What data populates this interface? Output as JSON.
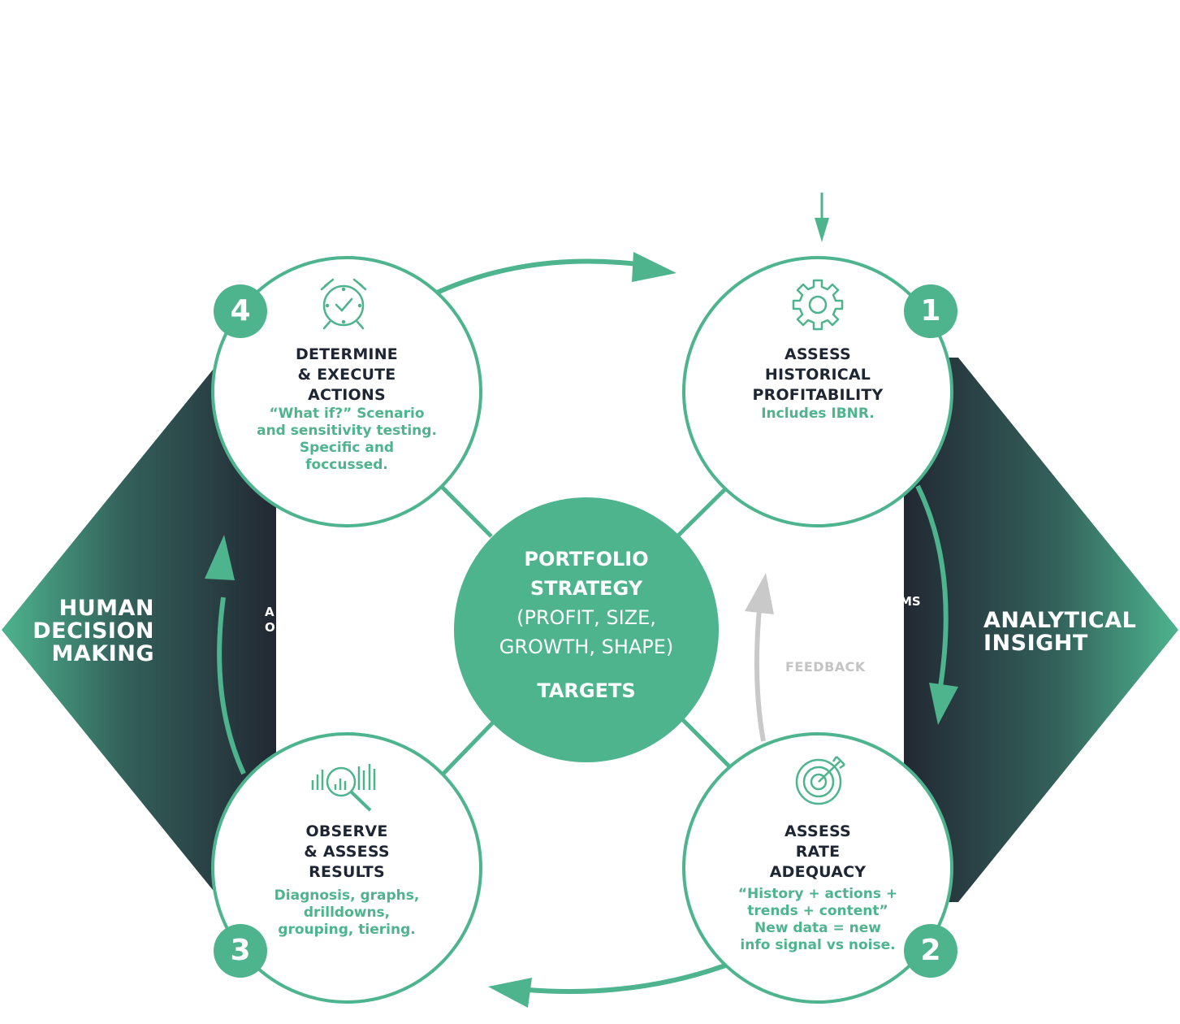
{
  "colors": {
    "accent": "#4db48e",
    "dark": "#1f2633",
    "dark_teal": "#2e4f4f",
    "feedback_gray": "#c4c4c4",
    "white": "#ffffff"
  },
  "center": {
    "line1": "PORTFOLIO",
    "line2": "STRATEGY",
    "line3": "(PROFIT, SIZE,",
    "line4": "GROWTH, SHAPE)",
    "line5": "TARGETS"
  },
  "sides": {
    "left": {
      "line1": "HUMAN",
      "line2": "DECISION",
      "line3": "MAKING"
    },
    "right": {
      "line1": "ANALYTICAL",
      "line2": "INSIGHT"
    },
    "left_clipped_fragment": {
      "line1": "A",
      "line2": "O"
    },
    "right_clipped_fragment": "MS"
  },
  "feedback_label": "FEEDBACK",
  "steps": [
    {
      "number": "1",
      "icon": "gear-icon",
      "title": [
        "ASSESS",
        "HISTORICAL",
        "PROFITABILITY"
      ],
      "description": [
        "Includes IBNR."
      ]
    },
    {
      "number": "2",
      "icon": "target-icon",
      "title": [
        "ASSESS",
        "RATE",
        "ADEQUACY"
      ],
      "description": [
        "“History + actions +",
        "trends + content”",
        "New data = new",
        "info signal vs noise."
      ]
    },
    {
      "number": "3",
      "icon": "chart-magnifier-icon",
      "title": [
        "OBSERVE",
        "& ASSESS",
        "RESULTS"
      ],
      "description": [
        "Diagnosis, graphs,",
        "drilldowns,",
        "grouping, tiering."
      ]
    },
    {
      "number": "4",
      "icon": "alarm-clock-icon",
      "title": [
        "DETERMINE",
        "& EXECUTE",
        "ACTIONS"
      ],
      "description": [
        "“What if?” Scenario",
        "and sensitivity testing.",
        "Specific and",
        "foccussed."
      ]
    }
  ]
}
